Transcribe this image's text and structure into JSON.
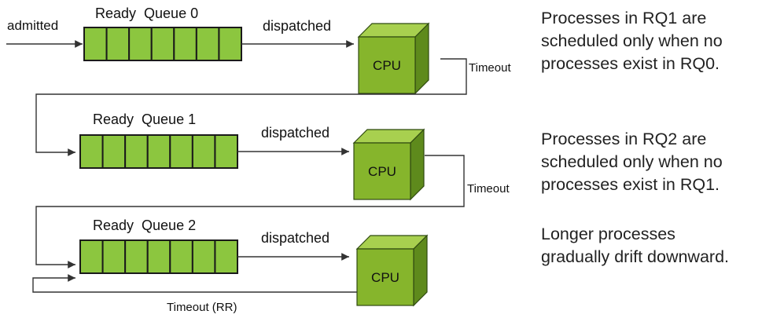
{
  "diagram": {
    "admitted_label": "admitted",
    "queues": [
      {
        "title": "Ready  Queue 0",
        "slots": 7,
        "dispatch_label": "dispatched",
        "cpu_label": "CPU",
        "timeout_label": "Timeout"
      },
      {
        "title": "Ready  Queue 1",
        "slots": 7,
        "dispatch_label": "dispatched",
        "cpu_label": "CPU",
        "timeout_label": "Timeout"
      },
      {
        "title": "Ready  Queue 2",
        "slots": 7,
        "dispatch_label": "dispatched",
        "cpu_label": "CPU",
        "timeout_label": "Timeout (RR)"
      }
    ]
  },
  "notes": [
    "Processes in RQ1 are\nscheduled only when no\nprocesses exist in RQ0.",
    "Processes in RQ2 are\nscheduled only when no\nprocesses exist in RQ1.",
    "Longer processes\ngradually drift downward."
  ],
  "colors": {
    "queue_fill": "#8cc63f",
    "queue_border": "#1a1a1a",
    "cpu_front": "#86b52c",
    "cpu_top": "#a8d04f",
    "cpu_side": "#5e8a1c",
    "line": "#333333"
  }
}
